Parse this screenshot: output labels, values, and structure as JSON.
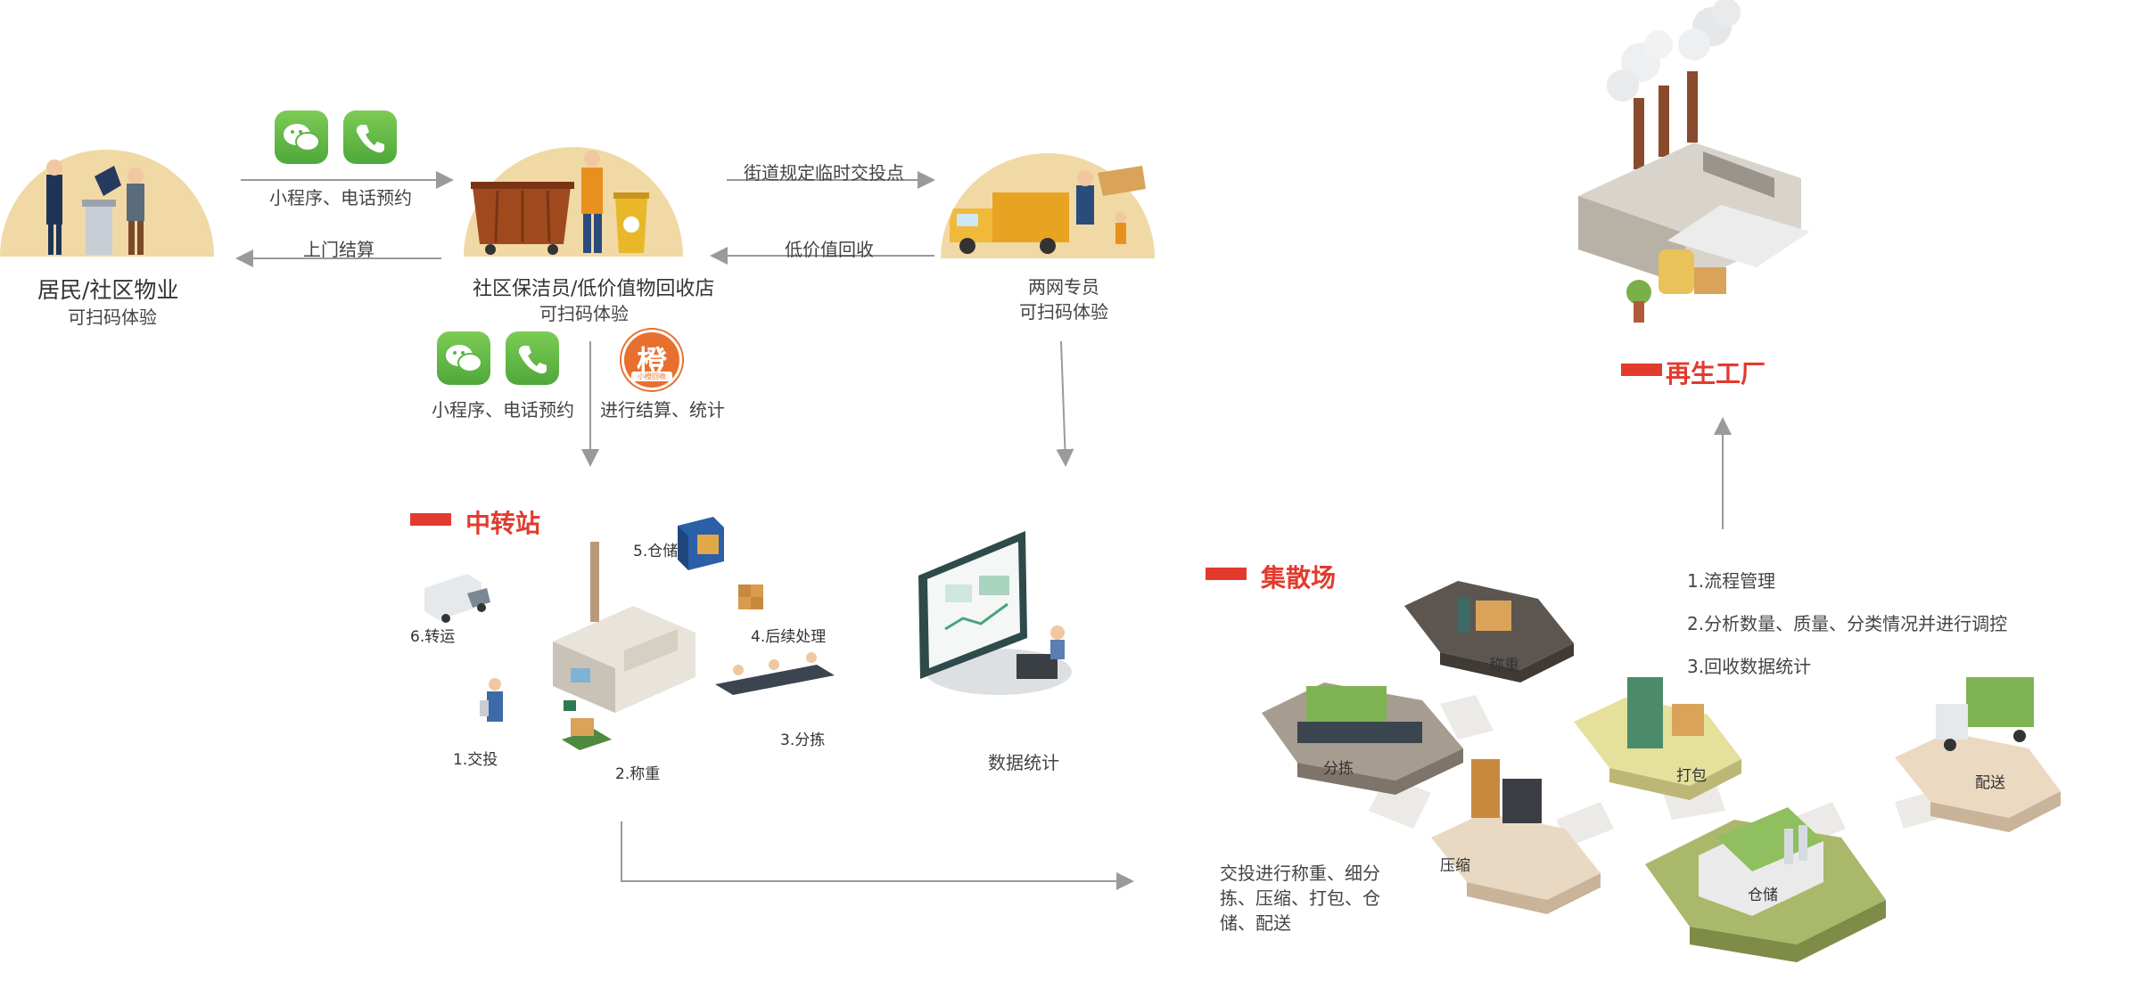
{
  "actors": {
    "resident": {
      "title": "居民/社区物业",
      "sub": "可扫码体验"
    },
    "cleaner": {
      "title": "社区保洁员/低价值物回收店",
      "sub": "可扫码体验"
    },
    "specialist": {
      "title": "两网专员",
      "sub": "可扫码体验"
    }
  },
  "flows": {
    "resident_to_cleaner": "小程序、电话预约",
    "cleaner_to_resident": "上门结算",
    "cleaner_to_specialist": "街道规定临时交投点",
    "specialist_to_cleaner": "低价值回收",
    "cleaner_down_booking": "小程序、电话预约",
    "cleaner_down_settle": "进行结算、统计"
  },
  "app_icon": {
    "char": "橙",
    "caption": "小橙回收"
  },
  "transfer_station": {
    "title": "中转站",
    "steps": [
      "1.交投",
      "2.称重",
      "3.分拣",
      "4.后续处理",
      "5.仓储",
      "6.转运"
    ]
  },
  "data_stats": {
    "label": "数据统计"
  },
  "hub": {
    "title": "集散场",
    "nodes": [
      "称重",
      "分拣",
      "打包",
      "压缩",
      "仓储",
      "配送"
    ],
    "description": "交投进行称重、细分拣、压缩、打包、仓储、配送",
    "description_lines": [
      "交投进行称重、细分",
      "拣、压缩、打包、仓",
      "储、配送"
    ],
    "management": [
      "1.流程管理",
      "2.分析数量、质量、分类情况并进行调控",
      "3.回收数据统计"
    ]
  },
  "factory": {
    "title": "再生工厂"
  },
  "colors": {
    "accent": "#e23b2e",
    "arrow": "#999999",
    "wechat": "#5bb546"
  },
  "icons": [
    "wechat-icon",
    "phone-icon",
    "app-icon"
  ]
}
